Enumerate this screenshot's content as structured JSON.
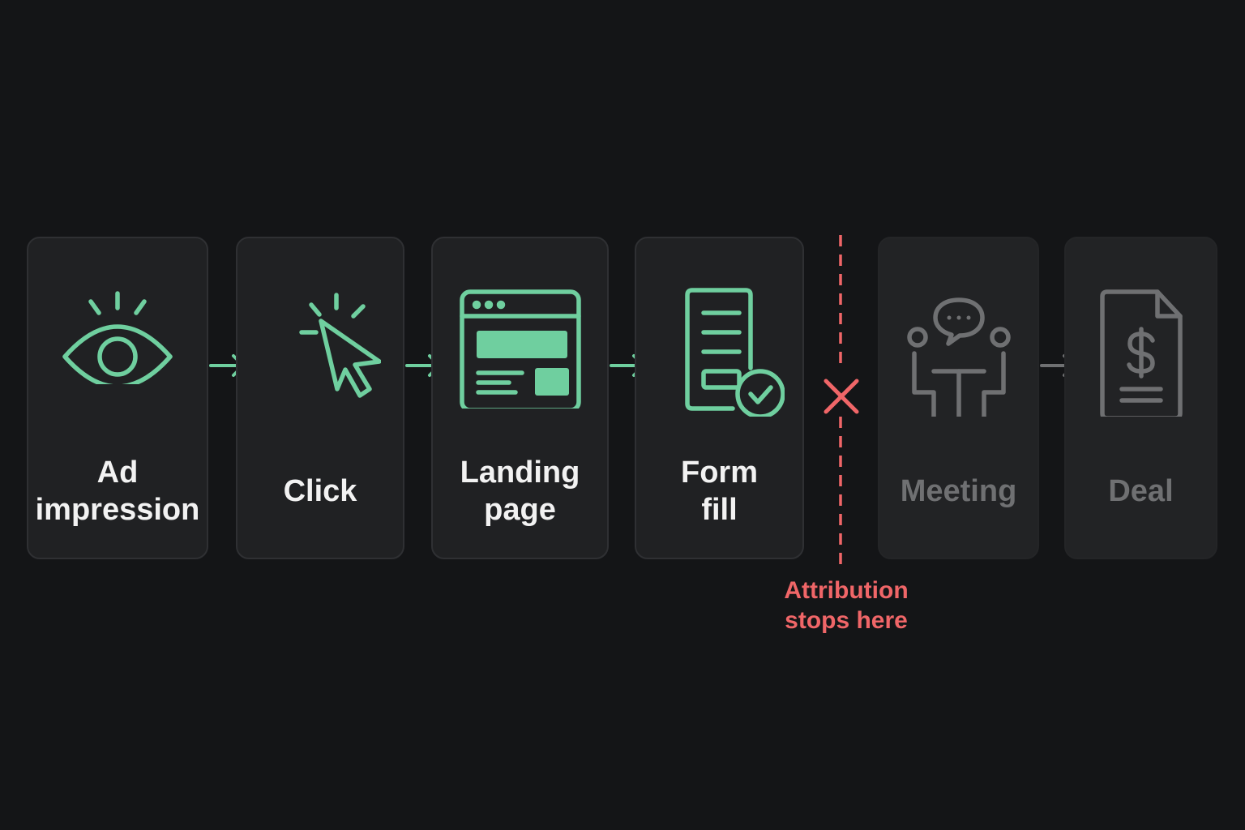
{
  "steps": [
    {
      "line1": "Ad",
      "line2": "impression",
      "icon": "eye-icon",
      "state": "tracked"
    },
    {
      "line1": "Click",
      "line2": "",
      "icon": "cursor-click-icon",
      "state": "tracked"
    },
    {
      "line1": "Landing",
      "line2": "page",
      "icon": "browser-window-icon",
      "state": "tracked"
    },
    {
      "line1": "Form",
      "line2": "fill",
      "icon": "form-check-icon",
      "state": "tracked"
    },
    {
      "line1": "Meeting",
      "line2": "",
      "icon": "meeting-table-icon",
      "state": "untracked"
    },
    {
      "line1": "Deal",
      "line2": "",
      "icon": "invoice-dollar-icon",
      "state": "untracked"
    }
  ],
  "attribution_stop": {
    "line1": "Attribution",
    "line2": "stops here",
    "marker_icon": "x-mark-icon"
  },
  "colors": {
    "background": "#141517",
    "tracked_accent": "#6fcf9f",
    "untracked_accent": "#6f7072",
    "stop_accent": "#f06668",
    "tracked_text": "#f2f2f2"
  }
}
